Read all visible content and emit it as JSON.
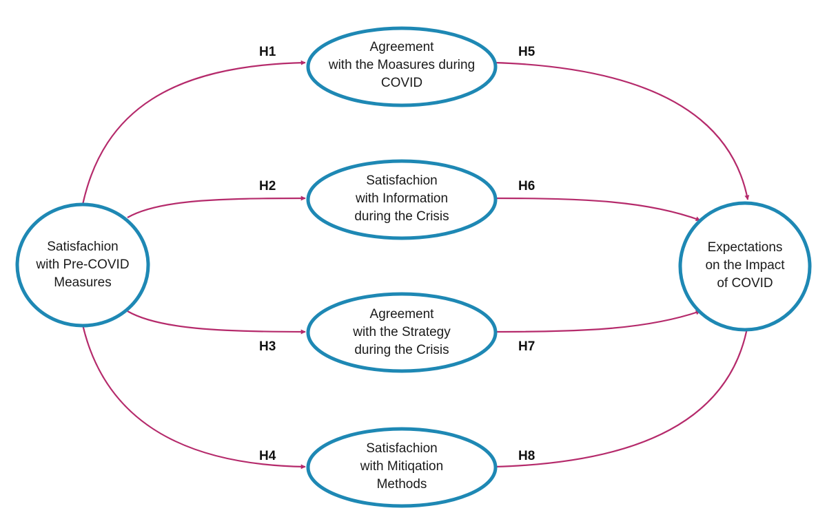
{
  "colors": {
    "node_stroke": "#1e88b4",
    "edge": "#b52a6b"
  },
  "nodes": {
    "source": {
      "lines": [
        "Satisfachion",
        "with Pre-COVID",
        "Measures"
      ]
    },
    "m1": {
      "lines": [
        "Agreement",
        "with the Moasures during",
        "COVID"
      ]
    },
    "m2": {
      "lines": [
        "Satisfachion",
        "with Information",
        "during the Crisis"
      ]
    },
    "m3": {
      "lines": [
        "Agreement",
        "with the Strategy",
        "during the Crisis"
      ]
    },
    "m4": {
      "lines": [
        "Satisfachion",
        "with Mitiqation",
        "Methods"
      ]
    },
    "target": {
      "lines": [
        "Expectations",
        "on the Impact",
        "of COVID"
      ]
    }
  },
  "hypotheses": {
    "h1": "H1",
    "h2": "H2",
    "h3": "H3",
    "h4": "H4",
    "h5": "H5",
    "h6": "H6",
    "h7": "H7",
    "h8": "H8"
  }
}
